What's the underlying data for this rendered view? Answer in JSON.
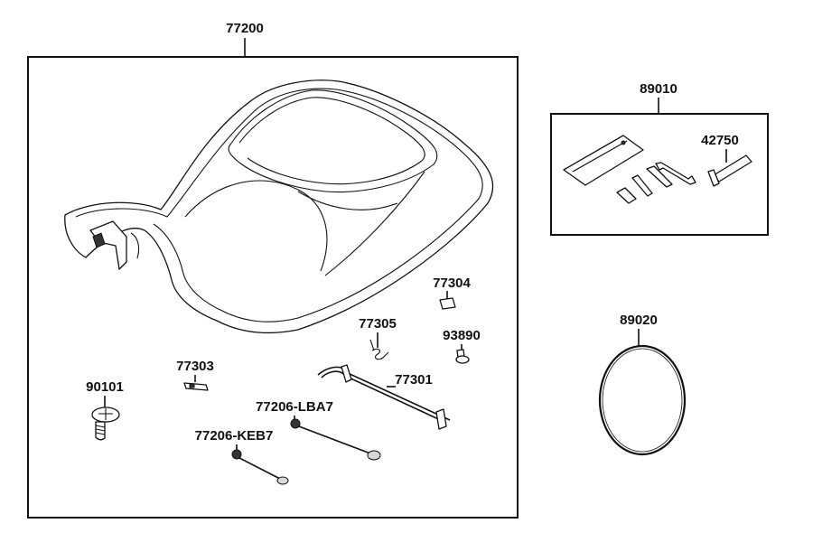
{
  "parts": {
    "seat_assy": "77200",
    "tool_kit": "89010",
    "tool_item": "42750",
    "belt": "89020",
    "screw": "90101",
    "seat_clip": "77303",
    "spring": "77305",
    "stopper": "77304",
    "bolt": "93890",
    "latch_rod": "77301",
    "cable_lba": "77206-LBA7",
    "cable_keb": "77206-KEB7"
  }
}
